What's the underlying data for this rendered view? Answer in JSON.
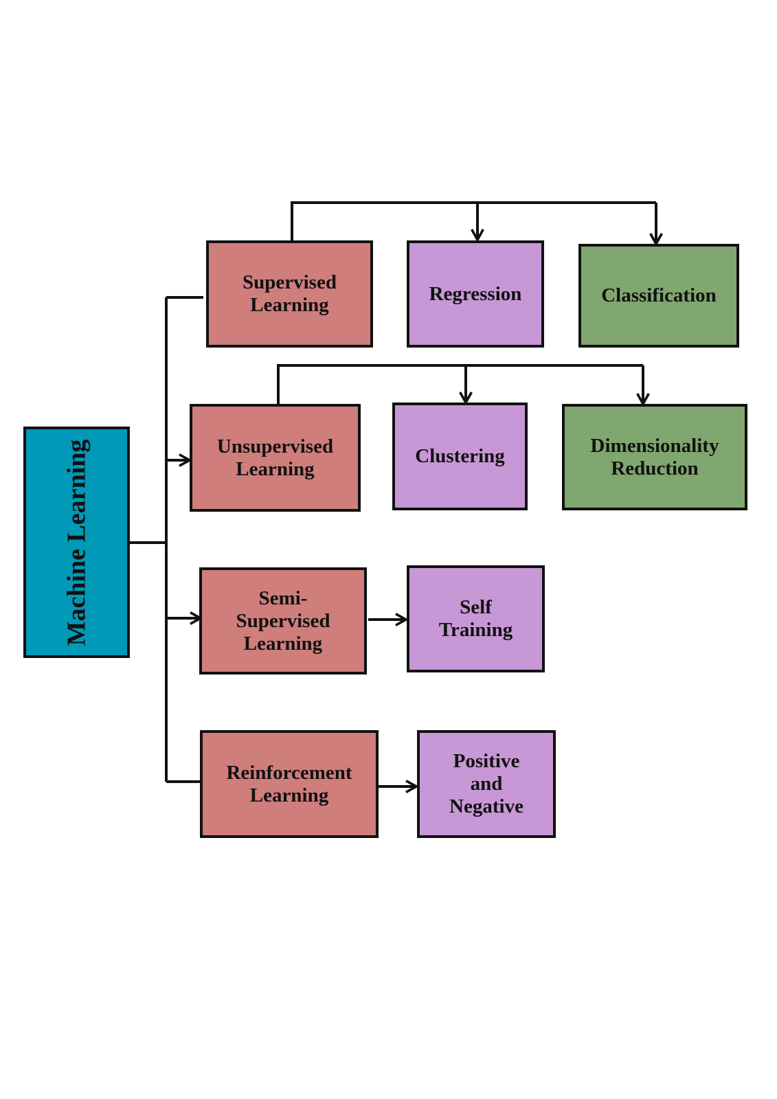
{
  "colors": {
    "root": "#009ab8",
    "category": "#cf7e7c",
    "method_a": "#c898d6",
    "method_b": "#7fa76f",
    "line": "#111111"
  },
  "root": {
    "label": "Machine Learning"
  },
  "categories": [
    {
      "label": "Supervised\nLearning",
      "methods": [
        "Regression",
        "Classification"
      ]
    },
    {
      "label": "Unsupervised\nLearning",
      "methods": [
        "Clustering",
        "Dimensionality\nReduction"
      ]
    },
    {
      "label": "Semi-\nSupervised\nLearning",
      "methods": [
        "Self\nTraining"
      ]
    },
    {
      "label": "Reinforcement\nLearning",
      "methods": [
        "Positive\nand\nNegative"
      ]
    }
  ]
}
